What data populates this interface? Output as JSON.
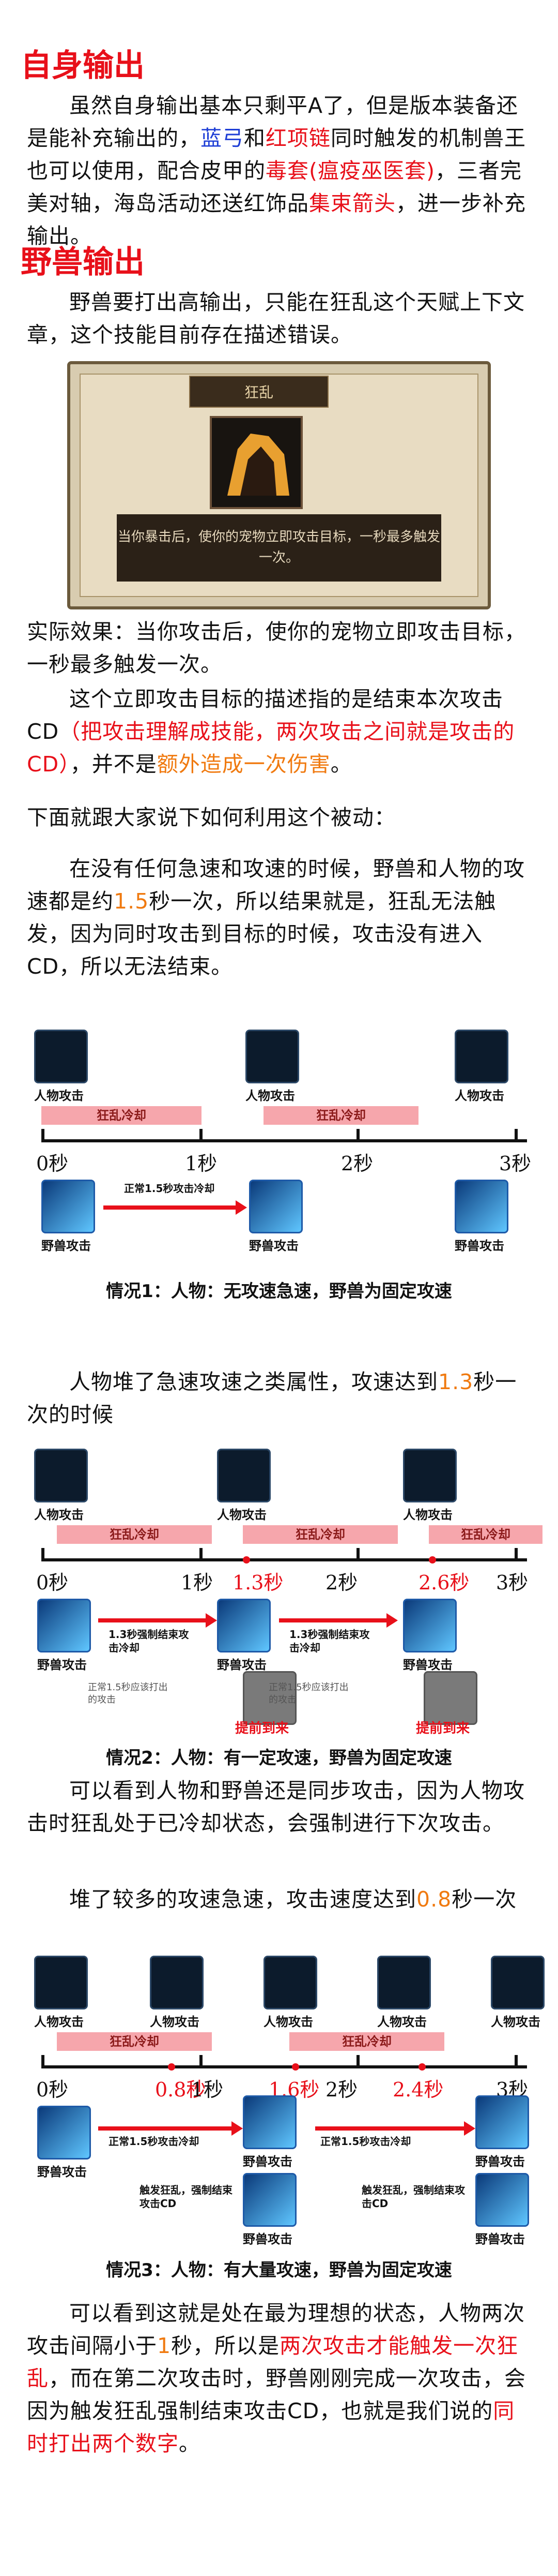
{
  "sec1": {
    "title": "自身输出",
    "p1": [
      "虽然自身输出基本只剩平A了，但是版本装备还是能补充输出的，",
      "蓝弓",
      "和",
      "红项链",
      "同时触发的机制兽王也可以使用，配合皮甲的",
      "毒套(瘟疫巫医套)",
      "，三者完美对轴，海岛活动还送红饰品",
      "集束箭头",
      "，进一步补充输出。"
    ]
  },
  "sec2": {
    "title": "野兽输出",
    "p1": "野兽要打出高输出，只能在狂乱这个天赋上下文章，这个技能目前存在描述错误。",
    "card": {
      "name": "狂乱",
      "desc": "当你暴击后，使你的宠物立即攻击目标，一秒最多触发一次。"
    },
    "p2": "实际效果：当你攻击后，使你的宠物立即攻击目标，一秒最多触发一次。",
    "p3": [
      "这个立即攻击目标的描述指的是结束本次攻击CD",
      "（把攻击理解成技能，两次攻击之间就是攻击的CD）",
      "，并不是",
      "额外造成一次伤害",
      "。"
    ],
    "p4": "下面就跟大家说下如何利用这个被动：",
    "p5": [
      "在没有任何急速和攻速的时候，野兽和人物的攻速都是约",
      "1.5",
      "秒一次，所以结果就是，狂乱无法触发，因为同时攻击到目标的时候，攻击没有进入CD，所以无法结束。"
    ]
  },
  "diagram": {
    "player": "人物攻击",
    "pet": "野兽攻击",
    "cd": "狂乱冷却",
    "ticks": [
      "0秒",
      "1秒",
      "2秒",
      "3秒"
    ],
    "normal15": "正常1.5秒攻击冷却",
    "forced13": "1.3秒强制结束攻击冷却",
    "normalHit": "正常1.5秒应该打出的攻击",
    "early": "提前到来",
    "trigger": "触发狂乱，强制结束攻击CD",
    "m1": [
      "1.3秒",
      "2.6秒"
    ],
    "m2": [
      "0.8秒",
      "1.6秒",
      "2.4秒"
    ]
  },
  "case1": "情况1：人物：无攻速急速，野兽为固定攻速",
  "p6": [
    "人物堆了急速攻速之类属性，攻速达到",
    "1.3",
    "秒一次的时候"
  ],
  "case2": "情况2：人物：有一定攻速，野兽为固定攻速",
  "p7": "可以看到人物和野兽还是同步攻击，因为人物攻击时狂乱处于已冷却状态，会强制进行下次攻击。",
  "p8": [
    "堆了较多的攻速急速，攻击速度达到",
    "0.8",
    "秒一次"
  ],
  "case3": "情况3：人物：有大量攻速，野兽为固定攻速",
  "p9": [
    "可以看到这就是处在最为理想的状态，人物两次攻击间隔小于",
    "1",
    "秒，所以是",
    "两次攻击才能触发一次狂乱",
    "，而在第二次攻击时，野兽刚刚完成一次攻击，会因为触发狂乱强制结束攻击CD，也就是我们说的",
    "同时打出两个数字",
    "。"
  ],
  "colors": {
    "red": "#e8101a",
    "blue": "#1f3fd6",
    "orange": "#f07a10",
    "bar": "#f6a6ac"
  }
}
